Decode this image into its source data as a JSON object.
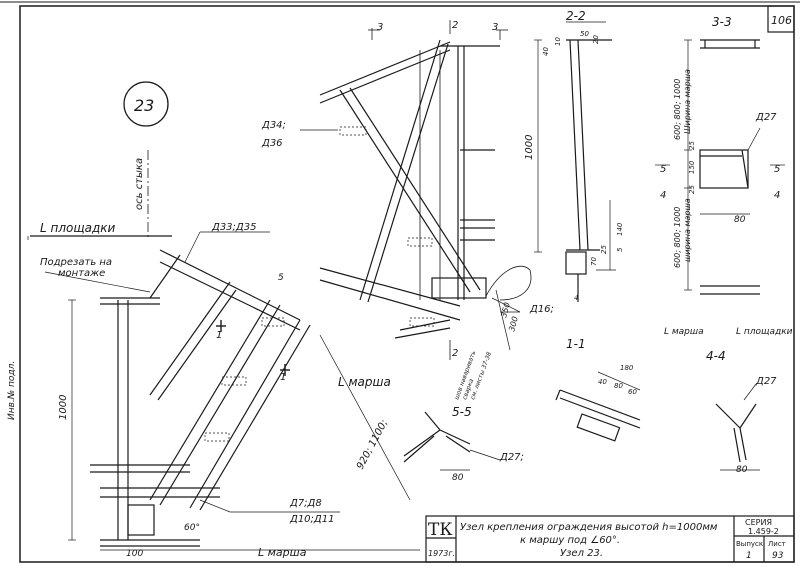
{
  "sheet": {
    "page_no": "106",
    "node_circle": "23",
    "title_block": {
      "tk": "ТК",
      "year": "1973г.",
      "title_line1": "Узел крепления ограждения высотой h=1000мм",
      "title_line2": "к маршу под ∠60°.",
      "title_line3": "Узел 23.",
      "series_label": "СЕРИЯ",
      "series_value": "1.459-2",
      "issue_label": "Выпуск",
      "sheet_label": "Лист",
      "issue_value": "1",
      "sheet_value": "93"
    },
    "left_margin": "Инв.№ подл.",
    "labels": {
      "l_platform": "L площадки",
      "from_joint": "ось стыка",
      "trim": "Подрезать на",
      "trim2": "монтаже",
      "d33_35": "Д33;Д35",
      "d34": "Д34;",
      "d36": "Д36",
      "d16": "Д16;",
      "d27_a": "Д27;",
      "d27_b": "Д27",
      "d27_c": "Д27",
      "d7_8": "Д7;Д8",
      "d10_11": "Д10;Д11",
      "l_march_a": "L марша",
      "l_march_b": "L марша",
      "l_march_c": "L марша",
      "l_platform_b": "L площадки",
      "weld_note1": "шов наваривать",
      "weld_note2": "сварка",
      "weld_note3": "см. листы 37-38",
      "sec_22": "2-2",
      "sec_33": "3-3",
      "sec_11": "1-1",
      "sec_44": "4-4",
      "sec_55": "5-5",
      "width_march": "Ширина марша",
      "width_vals": "600; 800; 1000",
      "width_vals2": "600; 800; 1000",
      "width_march2": "ширина марша"
    },
    "dims": {
      "d1000_left": "1000",
      "d1000_mid": "1000",
      "d100": "100",
      "d920": "920; 1100;",
      "d5": "5",
      "d60": "60°",
      "d80_a": "80",
      "d80_b": "80",
      "d80_c": "80",
      "d350": "350",
      "d300": "300",
      "d40": "40",
      "d10": "10",
      "d50": "50",
      "d20": "20",
      "d140": "140",
      "d25a": "25",
      "d70": "70",
      "d5b": "5",
      "d4": "4",
      "d180": "180",
      "d40b": "40",
      "d80d": "80",
      "d60b": "60",
      "d25b": "25",
      "d150": "150",
      "d25c": "25",
      "m3a": "3",
      "m3b": "3",
      "m2a": "2",
      "m2b": "2",
      "m5a": "5",
      "m5b": "5",
      "m4a": "4",
      "m4b": "4",
      "m1a": "1",
      "m1b": "1"
    }
  }
}
